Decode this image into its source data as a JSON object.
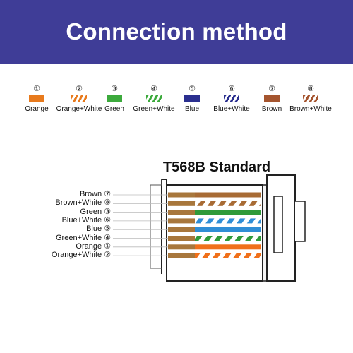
{
  "header": {
    "title": "Connection method"
  },
  "legend": [
    {
      "num": "①",
      "label": "Orange",
      "color": "#e87a1c",
      "striped": false
    },
    {
      "num": "②",
      "label": "Orange+White",
      "color": "#e87a1c",
      "striped": true
    },
    {
      "num": "③",
      "label": "Green",
      "color": "#3caa3c",
      "striped": false
    },
    {
      "num": "④",
      "label": "Green+White",
      "color": "#3caa3c",
      "striped": true
    },
    {
      "num": "⑤",
      "label": "Blue",
      "color": "#2a2f8f",
      "striped": false
    },
    {
      "num": "⑥",
      "label": "Blue+White",
      "color": "#2a2f8f",
      "striped": true
    },
    {
      "num": "⑦",
      "label": "Brown",
      "color": "#a5552f",
      "striped": false
    },
    {
      "num": "⑧",
      "label": "Brown+White",
      "color": "#a5552f",
      "striped": true
    }
  ],
  "standard": {
    "title": "T568B Standard"
  },
  "wires": [
    {
      "label": "Brown",
      "num": "⑦",
      "color": "#a86b34",
      "striped": false
    },
    {
      "label": "Brown+White",
      "num": "⑧",
      "color": "#a86b34",
      "striped": true
    },
    {
      "label": "Green",
      "num": "③",
      "color": "#2f9a3a",
      "striped": false
    },
    {
      "label": "Blue+White",
      "num": "⑥",
      "color": "#2f8ed6",
      "striped": true
    },
    {
      "label": "Blue",
      "num": "⑤",
      "color": "#2f8ed6",
      "striped": false
    },
    {
      "label": "Green+White",
      "num": "④",
      "color": "#2f9a3a",
      "striped": true
    },
    {
      "label": "Orange",
      "num": "①",
      "color": "#f0701a",
      "striped": false
    },
    {
      "label": "Orange+White",
      "num": "②",
      "color": "#f0701a",
      "striped": true
    }
  ]
}
